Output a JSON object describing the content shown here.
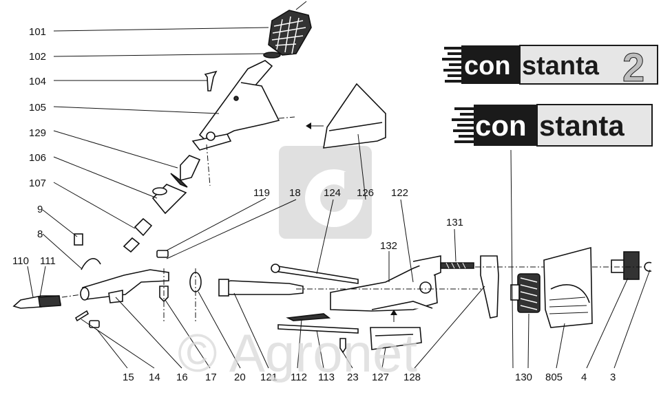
{
  "brand": {
    "top": {
      "part_a": "con",
      "part_b": "stanta",
      "suffix": "2"
    },
    "bottom": {
      "part_a": "con",
      "part_b": "stanta"
    }
  },
  "watermark": {
    "text": "© Agronet"
  },
  "labels": {
    "101": "101",
    "102": "102",
    "104": "104",
    "105": "105",
    "129": "129",
    "106": "106",
    "107": "107",
    "9": "9",
    "8": "8",
    "110": "110",
    "111": "111",
    "119": "119",
    "18": "18",
    "124": "124",
    "126": "126",
    "122": "122",
    "131": "131",
    "132": "132",
    "15": "15",
    "14": "14",
    "16": "16",
    "17": "17",
    "20": "20",
    "121": "121",
    "112": "112",
    "113": "113",
    "23": "23",
    "127": "127",
    "128": "128",
    "130": "130",
    "805": "805",
    "4": "4",
    "3": "3"
  },
  "colors": {
    "ink": "#111111",
    "brand_dark": "#1a1a1a",
    "brand_light": "#e6e6e6",
    "watermark": "#d9d9d9"
  }
}
